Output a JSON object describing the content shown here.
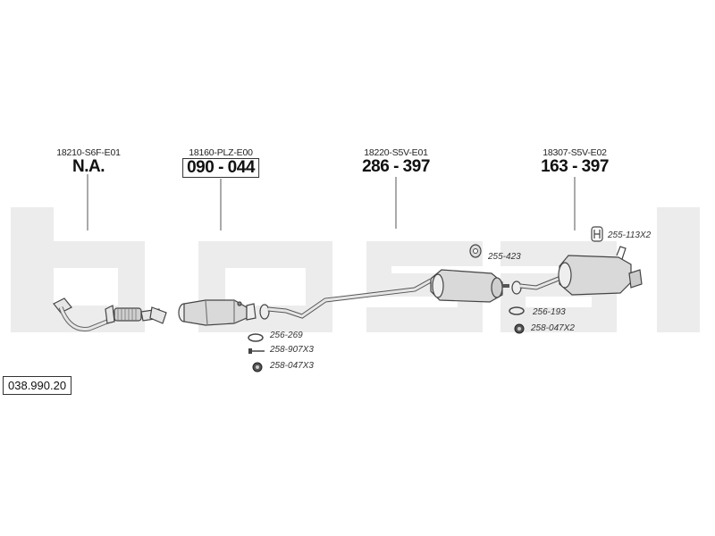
{
  "components": [
    {
      "oem": "18210-S6F-E01",
      "ref": "N.A.",
      "boxed": false
    },
    {
      "oem": "18160-PLZ-E00",
      "ref": "090 - 044",
      "boxed": true
    },
    {
      "oem": "18220-S5V-E01",
      "ref": "286 - 397",
      "boxed": false
    },
    {
      "oem": "18307-S5V-E02",
      "ref": "163 - 397",
      "boxed": false
    }
  ],
  "accessories": [
    {
      "code": "256-269",
      "icon": "gasket-ring-icon"
    },
    {
      "code": "258-907X3",
      "icon": "bolt-icon"
    },
    {
      "code": "258-047X3",
      "icon": "nut-icon"
    },
    {
      "code": "255-423",
      "icon": "rubber-mount-icon"
    },
    {
      "code": "256-193",
      "icon": "gasket-ring-icon"
    },
    {
      "code": "258-047X2",
      "icon": "nut-icon"
    },
    {
      "code": "255-113X2",
      "icon": "hanger-clamp-icon"
    }
  ],
  "catalog_number": "038.990.20",
  "watermark_text": "bosal",
  "colors": {
    "watermark": "#ececec",
    "line": "#555555",
    "part_fill": "#d9d9d9",
    "part_stroke": "#444444"
  }
}
